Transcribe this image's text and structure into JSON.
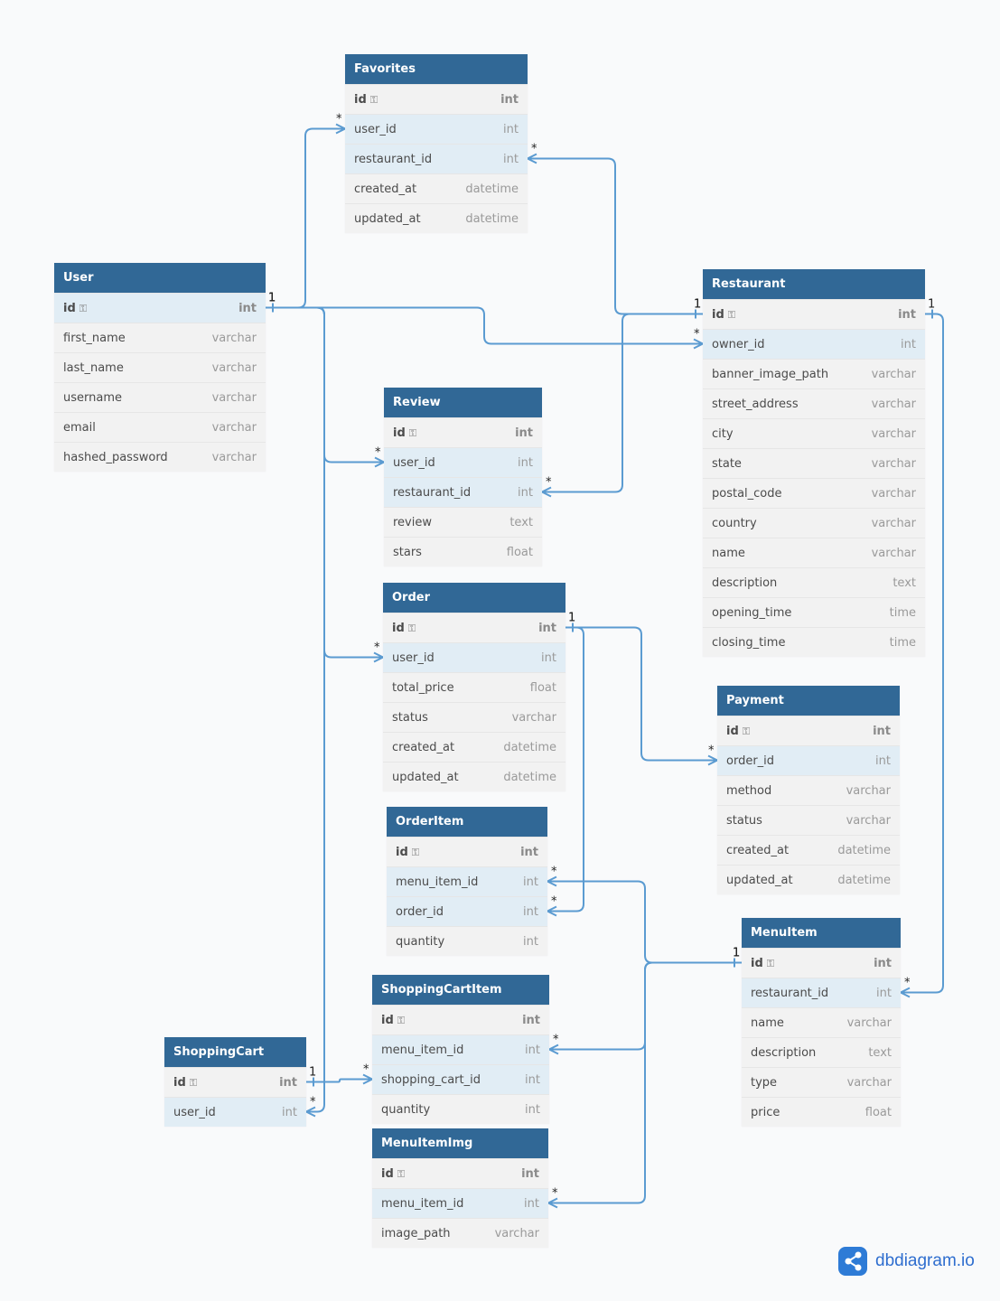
{
  "tables": [
    {
      "id": "Favorites",
      "title": "Favorites",
      "columns": [
        {
          "name": "id",
          "type": "int",
          "pk": true
        },
        {
          "name": "user_id",
          "type": "int",
          "ref": true
        },
        {
          "name": "restaurant_id",
          "type": "int",
          "ref": true
        },
        {
          "name": "created_at",
          "type": "datetime"
        },
        {
          "name": "updated_at",
          "type": "datetime"
        }
      ]
    },
    {
      "id": "User",
      "title": "User",
      "columns": [
        {
          "name": "id",
          "type": "int",
          "pk": true,
          "ref": true
        },
        {
          "name": "first_name",
          "type": "varchar"
        },
        {
          "name": "last_name",
          "type": "varchar"
        },
        {
          "name": "username",
          "type": "varchar"
        },
        {
          "name": "email",
          "type": "varchar"
        },
        {
          "name": "hashed_password",
          "type": "varchar"
        }
      ]
    },
    {
      "id": "Restaurant",
      "title": "Restaurant",
      "columns": [
        {
          "name": "id",
          "type": "int",
          "pk": true,
          "ref": true
        },
        {
          "name": "owner_id",
          "type": "int",
          "ref": true
        },
        {
          "name": "banner_image_path",
          "type": "varchar"
        },
        {
          "name": "street_address",
          "type": "varchar"
        },
        {
          "name": "city",
          "type": "varchar"
        },
        {
          "name": "state",
          "type": "varchar"
        },
        {
          "name": "postal_code",
          "type": "varchar"
        },
        {
          "name": "country",
          "type": "varchar"
        },
        {
          "name": "name",
          "type": "varchar"
        },
        {
          "name": "description",
          "type": "text"
        },
        {
          "name": "opening_time",
          "type": "time"
        },
        {
          "name": "closing_time",
          "type": "time"
        }
      ]
    },
    {
      "id": "Review",
      "title": "Review",
      "columns": [
        {
          "name": "id",
          "type": "int",
          "pk": true
        },
        {
          "name": "user_id",
          "type": "int",
          "ref": true
        },
        {
          "name": "restaurant_id",
          "type": "int",
          "ref": true
        },
        {
          "name": "review",
          "type": "text"
        },
        {
          "name": "stars",
          "type": "float"
        }
      ]
    },
    {
      "id": "Order",
      "title": "Order",
      "columns": [
        {
          "name": "id",
          "type": "int",
          "pk": true,
          "ref": true
        },
        {
          "name": "user_id",
          "type": "int",
          "ref": true
        },
        {
          "name": "total_price",
          "type": "float"
        },
        {
          "name": "status",
          "type": "varchar"
        },
        {
          "name": "created_at",
          "type": "datetime"
        },
        {
          "name": "updated_at",
          "type": "datetime"
        }
      ]
    },
    {
      "id": "Payment",
      "title": "Payment",
      "columns": [
        {
          "name": "id",
          "type": "int",
          "pk": true
        },
        {
          "name": "order_id",
          "type": "int",
          "ref": true
        },
        {
          "name": "method",
          "type": "varchar"
        },
        {
          "name": "status",
          "type": "varchar"
        },
        {
          "name": "created_at",
          "type": "datetime"
        },
        {
          "name": "updated_at",
          "type": "datetime"
        }
      ]
    },
    {
      "id": "OrderItem",
      "title": "OrderItem",
      "columns": [
        {
          "name": "id",
          "type": "int",
          "pk": true
        },
        {
          "name": "menu_item_id",
          "type": "int",
          "ref": true
        },
        {
          "name": "order_id",
          "type": "int",
          "ref": true
        },
        {
          "name": "quantity",
          "type": "int"
        }
      ]
    },
    {
      "id": "MenuItem",
      "title": "MenuItem",
      "columns": [
        {
          "name": "id",
          "type": "int",
          "pk": true,
          "ref": true
        },
        {
          "name": "restaurant_id",
          "type": "int",
          "ref": true
        },
        {
          "name": "name",
          "type": "varchar"
        },
        {
          "name": "description",
          "type": "text"
        },
        {
          "name": "type",
          "type": "varchar"
        },
        {
          "name": "price",
          "type": "float"
        }
      ]
    },
    {
      "id": "ShoppingCartItem",
      "title": "ShoppingCartItem",
      "columns": [
        {
          "name": "id",
          "type": "int",
          "pk": true
        },
        {
          "name": "menu_item_id",
          "type": "int",
          "ref": true
        },
        {
          "name": "shopping_cart_id",
          "type": "int",
          "ref": true
        },
        {
          "name": "quantity",
          "type": "int"
        }
      ]
    },
    {
      "id": "ShoppingCart",
      "title": "ShoppingCart",
      "columns": [
        {
          "name": "id",
          "type": "int",
          "pk": true,
          "ref": true
        },
        {
          "name": "user_id",
          "type": "int",
          "ref": true
        }
      ]
    },
    {
      "id": "MenuItemImg",
      "title": "MenuItemImg",
      "columns": [
        {
          "name": "id",
          "type": "int",
          "pk": true
        },
        {
          "name": "menu_item_id",
          "type": "int",
          "ref": true
        },
        {
          "name": "image_path",
          "type": "varchar"
        }
      ]
    }
  ],
  "relations": [
    {
      "from": "Favorites.user_id",
      "to": "User.id",
      "from_card": "*",
      "to_card": "1"
    },
    {
      "from": "Favorites.restaurant_id",
      "to": "Restaurant.id",
      "from_card": "*",
      "to_card": "1"
    },
    {
      "from": "Restaurant.owner_id",
      "to": "User.id",
      "from_card": "*",
      "to_card": "1"
    },
    {
      "from": "Review.user_id",
      "to": "User.id",
      "from_card": "*",
      "to_card": "1"
    },
    {
      "from": "Review.restaurant_id",
      "to": "Restaurant.id",
      "from_card": "*",
      "to_card": "1"
    },
    {
      "from": "Order.user_id",
      "to": "User.id",
      "from_card": "*",
      "to_card": "1"
    },
    {
      "from": "Payment.order_id",
      "to": "Order.id",
      "from_card": "*",
      "to_card": "1"
    },
    {
      "from": "OrderItem.order_id",
      "to": "Order.id",
      "from_card": "*",
      "to_card": "1"
    },
    {
      "from": "OrderItem.menu_item_id",
      "to": "MenuItem.id",
      "from_card": "*",
      "to_card": "1"
    },
    {
      "from": "MenuItem.restaurant_id",
      "to": "Restaurant.id",
      "from_card": "*",
      "to_card": "1"
    },
    {
      "from": "ShoppingCartItem.menu_item_id",
      "to": "MenuItem.id",
      "from_card": "*",
      "to_card": "1"
    },
    {
      "from": "ShoppingCartItem.shopping_cart_id",
      "to": "ShoppingCart.id",
      "from_card": "*",
      "to_card": "1"
    },
    {
      "from": "ShoppingCart.user_id",
      "to": "User.id",
      "from_card": "*",
      "to_card": "1"
    },
    {
      "from": "MenuItemImg.menu_item_id",
      "to": "MenuItem.id",
      "from_card": "*",
      "to_card": "1"
    }
  ],
  "brand": {
    "name": "dbdiagram.io"
  },
  "colors": {
    "header": "#316896",
    "edge": "#5b9bd1",
    "ref_row": "#e1edf5",
    "body": "#f2f2f2"
  }
}
